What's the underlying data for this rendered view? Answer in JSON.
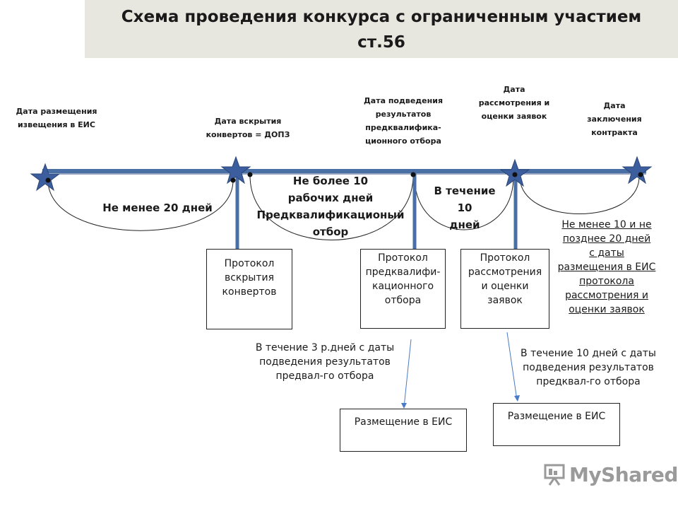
{
  "title": {
    "line1": "Схема проведения конкурса с ограниченным участием",
    "line2": "ст.56"
  },
  "milestones": [
    {
      "label": "Дата размещения извещения в ЕИС"
    },
    {
      "label": "Дата вскрытия конвертов = ДОПЗ"
    },
    {
      "label": "Дата подведения результатов предквалифика-ционного отбора"
    },
    {
      "label": "Дата рассмотрения и оценки заявок"
    },
    {
      "label": "Дата заключения контракта"
    }
  ],
  "periods": {
    "p1": "Не менее 20 дней",
    "p2_line1": "Не более  10",
    "p2_line2": "рабочих дней",
    "p2_line3": "Предквалификационый",
    "p2_line4": "отбор",
    "p3_line1": "В течение 10",
    "p3_line2": "дней",
    "p4": [
      "Не менее 10 и не",
      "позднее 20 дней",
      "с даты",
      "размещения в ЕИС",
      "протокола",
      "рассмотрения и",
      "оценки заявок"
    ]
  },
  "boxes": {
    "box1": [
      "Протокол",
      "вскрытия",
      "конвертов"
    ],
    "box2": [
      "Протокол",
      "предквалифи-",
      "кационного",
      "отбора"
    ],
    "box3": [
      "Протокол",
      "рассмотрения",
      "и оценки",
      "заявок"
    ],
    "eis1": "Размещение в ЕИС",
    "eis2": "Размещение в ЕИС"
  },
  "notes": {
    "n1": [
      "В течение 3 р.дней с даты",
      "подведения результатов",
      "предвал-го отбора"
    ],
    "n2": [
      "В течение 10 дней с даты",
      "подведения результатов",
      "предквал-го отбора"
    ]
  },
  "logo": {
    "text": "MyShared",
    "icon": "presentation-board-icon"
  },
  "colors": {
    "timeline": "#4a6fa5",
    "star": "#3d5e9e",
    "band": "#e8e7df"
  }
}
